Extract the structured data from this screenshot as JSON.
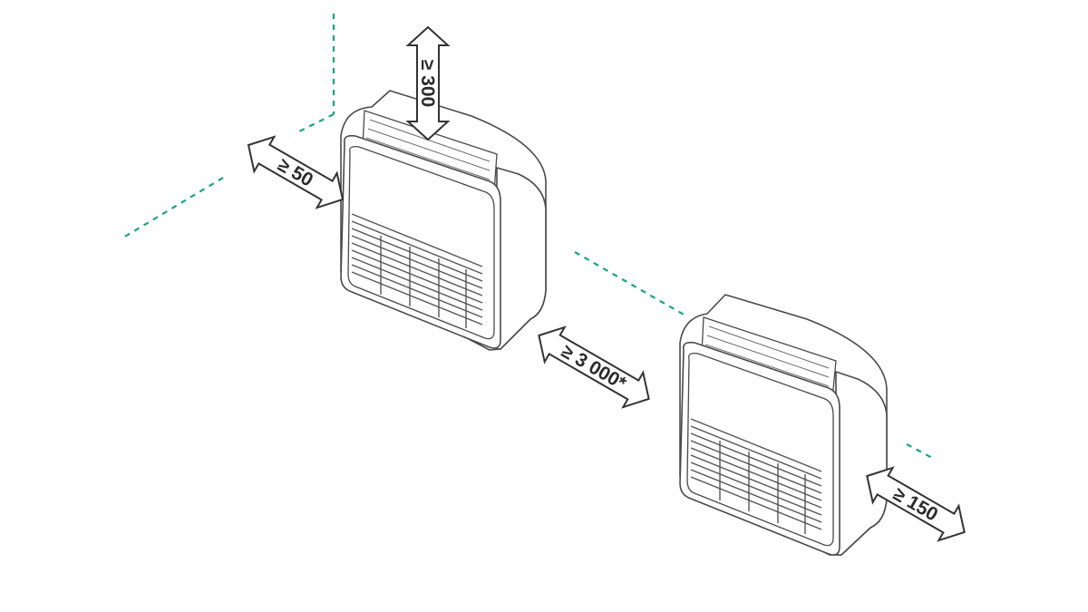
{
  "clearances": {
    "top": "≥ 300",
    "side_left": "≥ 50",
    "front": "≥ 3 000*",
    "side_right": "≥ 150"
  },
  "colors": {
    "guide_line": "#1aa37e",
    "outline": "#4a4a4a",
    "arrow_fill": "#ffffff"
  }
}
